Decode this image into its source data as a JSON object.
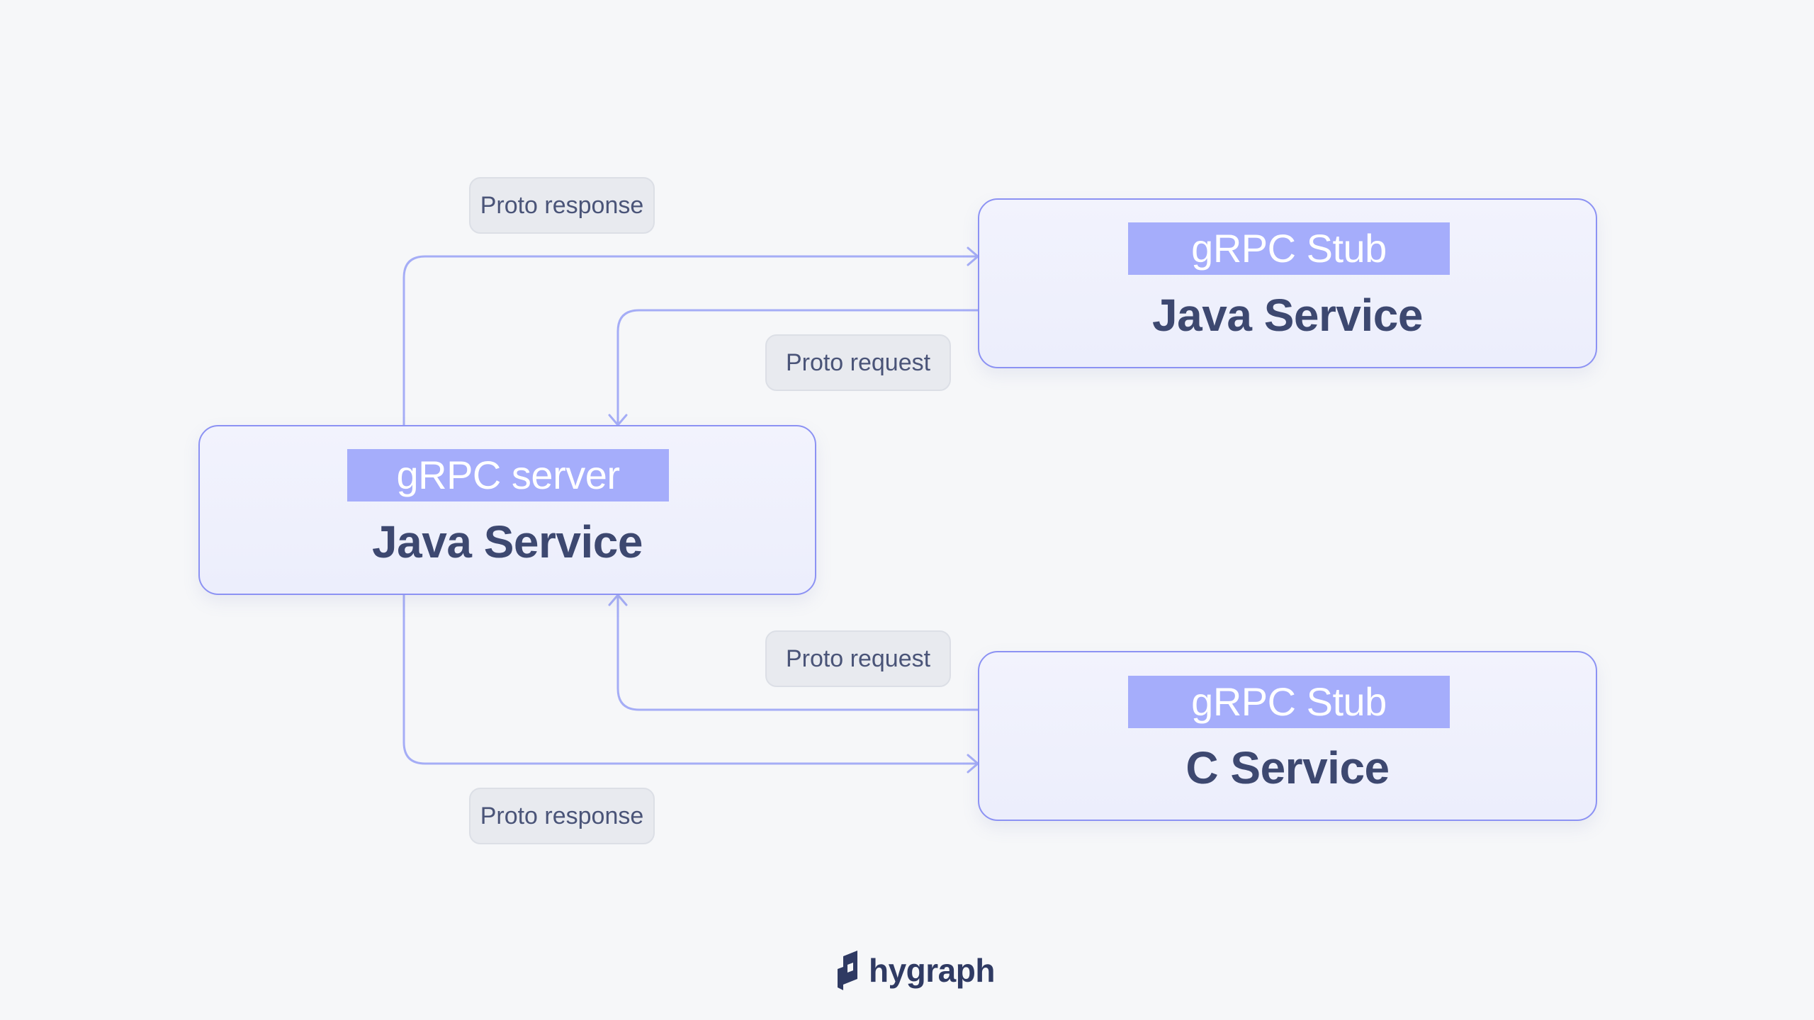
{
  "nodes": {
    "server": {
      "tag": "gRPC server",
      "title": "Java Service"
    },
    "stub_java": {
      "tag": "gRPC Stub",
      "title": "Java Service"
    },
    "stub_c": {
      "tag": "gRPC Stub",
      "title": "C Service"
    }
  },
  "edge_labels": {
    "top_response": "Proto response",
    "top_request": "Proto request",
    "bottom_request": "Proto request",
    "bottom_response": "Proto response"
  },
  "brand": {
    "name": "hygraph",
    "icon": "hygraph-logo-icon"
  },
  "colors": {
    "background": "#f6f7f9",
    "node_border": "#8c92f3",
    "tag_fill": "#a5adfb",
    "connector": "#a5adf6",
    "title_text": "#3d4870"
  }
}
